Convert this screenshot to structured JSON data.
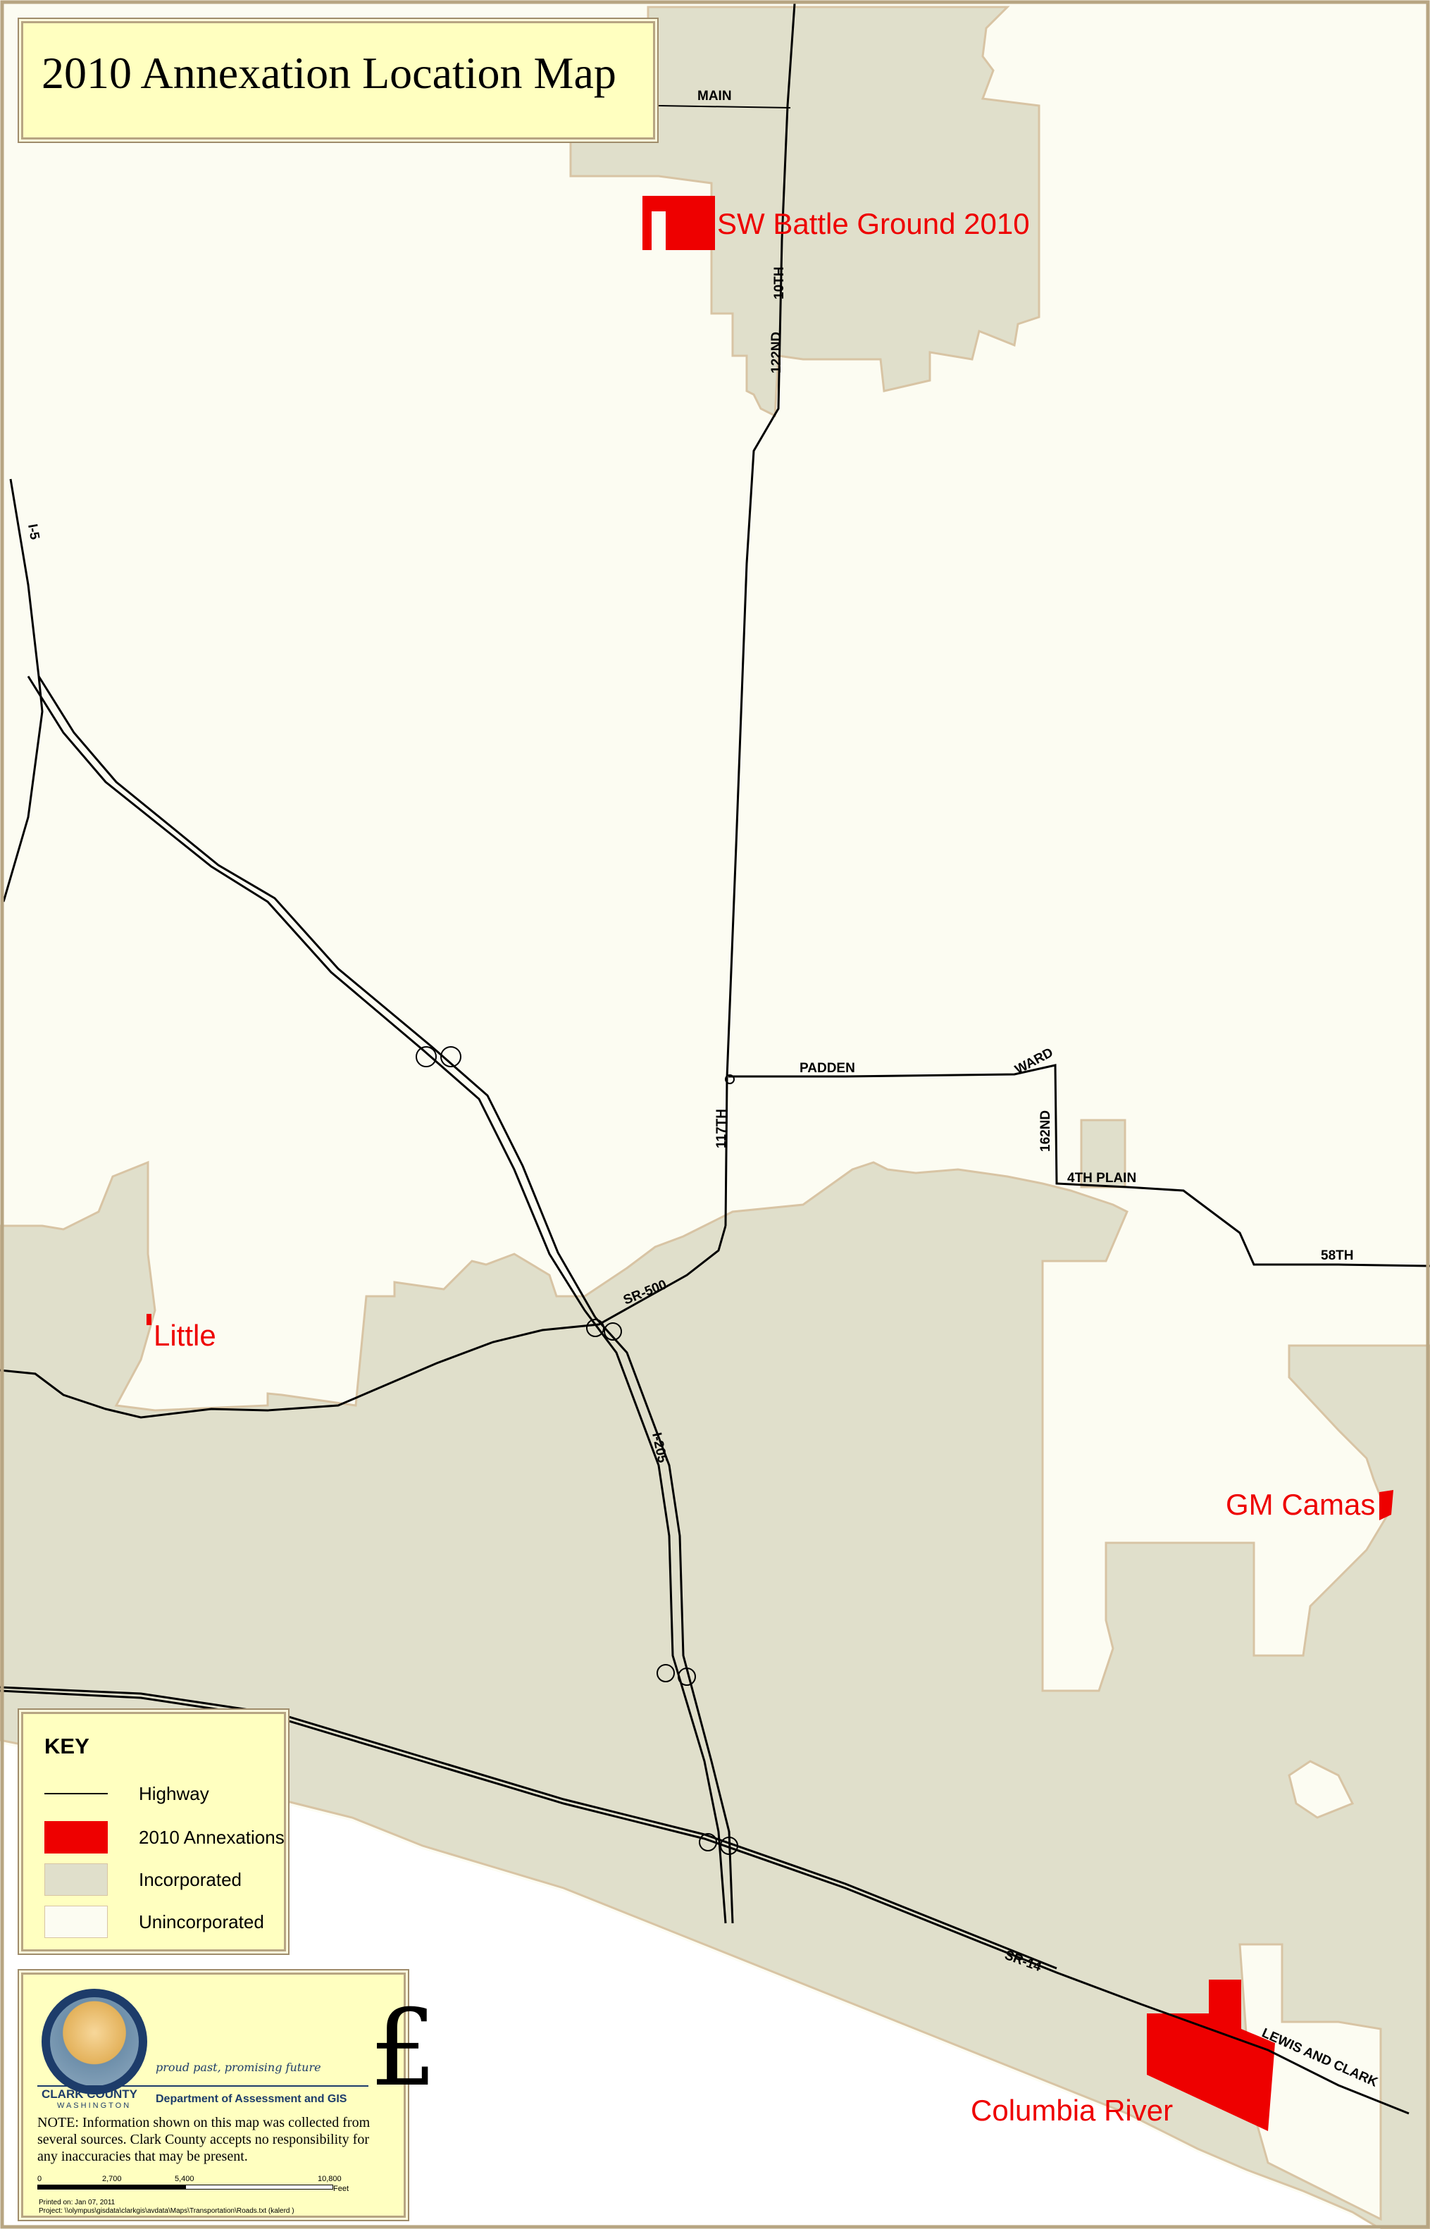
{
  "title": "2010 Annexation Location Map",
  "colors": {
    "incorporated": "#e0dfcb",
    "unincorporated": "#fcfcf2",
    "annexation": "#ee0000",
    "highway": "#000000",
    "river": "#ffffff",
    "boundary": "#d8c4a4",
    "panel": "#ffffc0"
  },
  "annexation_labels": {
    "sw_battle_ground": "SW Battle Ground 2010",
    "little": "Little",
    "gm_camas": "GM Camas",
    "columbia_river": "Columbia River"
  },
  "roads": {
    "main": "MAIN",
    "tenth": "10TH",
    "one22nd": "122ND",
    "i5": "I-5",
    "padden": "PADDEN",
    "ward": "WARD",
    "one17th": "117TH",
    "one62nd": "162ND",
    "fourth_plain": "4TH PLAIN",
    "fifty8th": "58TH",
    "sr500": "SR-500",
    "i205": "I-205",
    "sr14": "SR-14",
    "lewis_clark": "LEWIS AND CLARK"
  },
  "key": {
    "heading": "KEY",
    "items": [
      {
        "label": "Highway",
        "type": "line"
      },
      {
        "label": "2010 Annexations",
        "type": "annexation"
      },
      {
        "label": "Incorporated",
        "type": "incorporated"
      },
      {
        "label": "Unincorporated",
        "type": "unincorporated"
      }
    ]
  },
  "logo": {
    "county": "CLARK COUNTY",
    "state": "WASHINGTON",
    "slogan": "proud past, promising future",
    "department": "Department of Assessment and GIS"
  },
  "note": "NOTE: Information shown on this map was collected from several sources. Clark County accepts no responsibility for any inaccuracies that may be present.",
  "scale": {
    "ticks": [
      "0",
      "2,700",
      "5,400",
      "10,800"
    ],
    "unit": "Feet"
  },
  "printed": {
    "date": "Printed on: Jan 07, 2011",
    "project": "Project: \\\\olympus\\gisdata\\clarkgis\\avdata\\Maps\\Transportation\\Roads.txt (kalerd )"
  }
}
